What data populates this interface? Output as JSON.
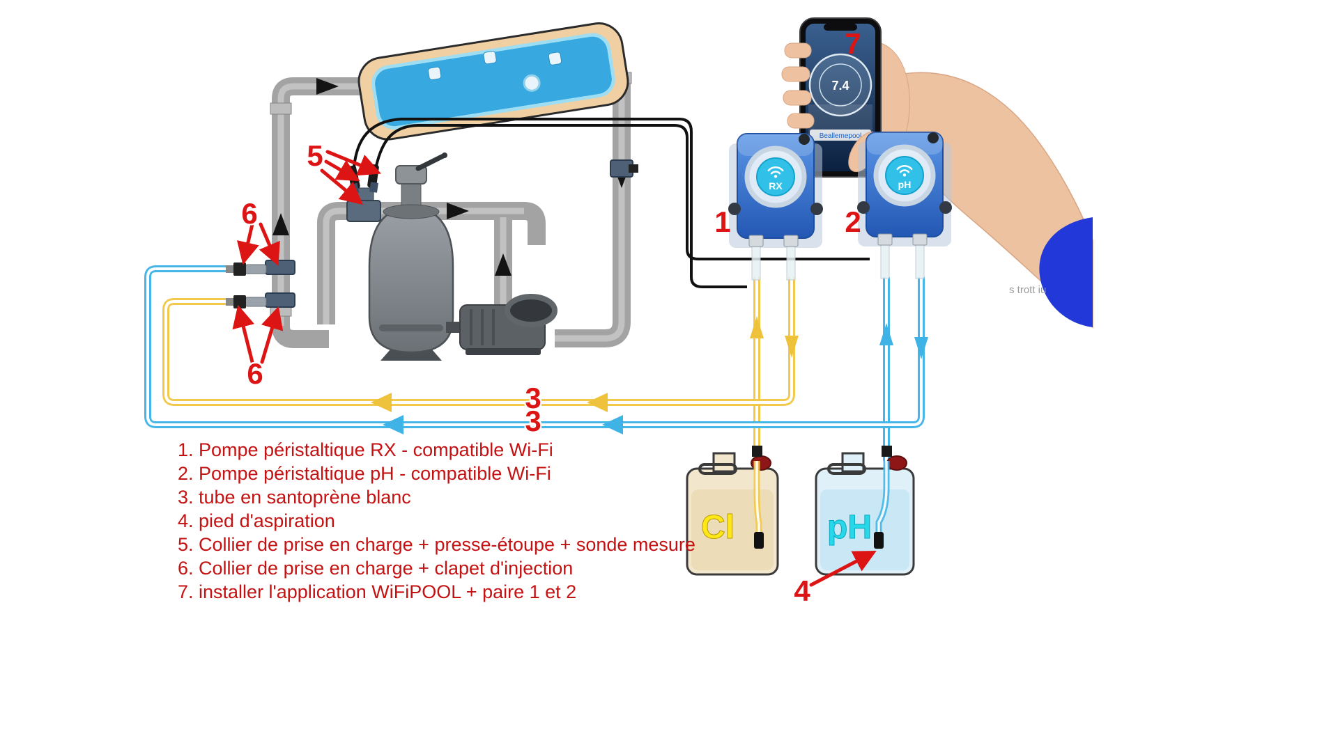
{
  "callouts": {
    "n1": "1",
    "n2": "2",
    "n3_top": "3",
    "n3_bottom": "3",
    "n4": "4",
    "n5": "5",
    "n6_top": "6",
    "n6_bottom": "6",
    "n7": "7"
  },
  "legend": {
    "items": [
      "1. Pompe péristaltique RX - compatible Wi-Fi",
      "2. Pompe péristaltique pH - compatible Wi-Fi",
      "3. tube en santoprène blanc",
      "4. pied d'aspiration",
      "5. Collier de prise en charge + presse-étoupe + sonde mesure",
      "6. Collier de prise en charge + clapet d'injection",
      "7. installer l'application WiFiPOOL + paire 1 et 2"
    ]
  },
  "pumps": {
    "pump1_head_label": "RX",
    "pump2_head_label": "pH"
  },
  "containers": {
    "chlorine_label": "Cl",
    "ph_label": "pH"
  },
  "phone": {
    "dial_value": "7.4",
    "screen_text": "Beallemepool"
  },
  "watermark": "s trott iu",
  "colors": {
    "callout_red": "#dd1414",
    "legend_red": "#c41111",
    "tube_yellow": "#f2c94c",
    "tube_cyan": "#45b6e8",
    "pipe_gray": "#a3a3a3",
    "pump_blue": "#2f6fd0"
  }
}
